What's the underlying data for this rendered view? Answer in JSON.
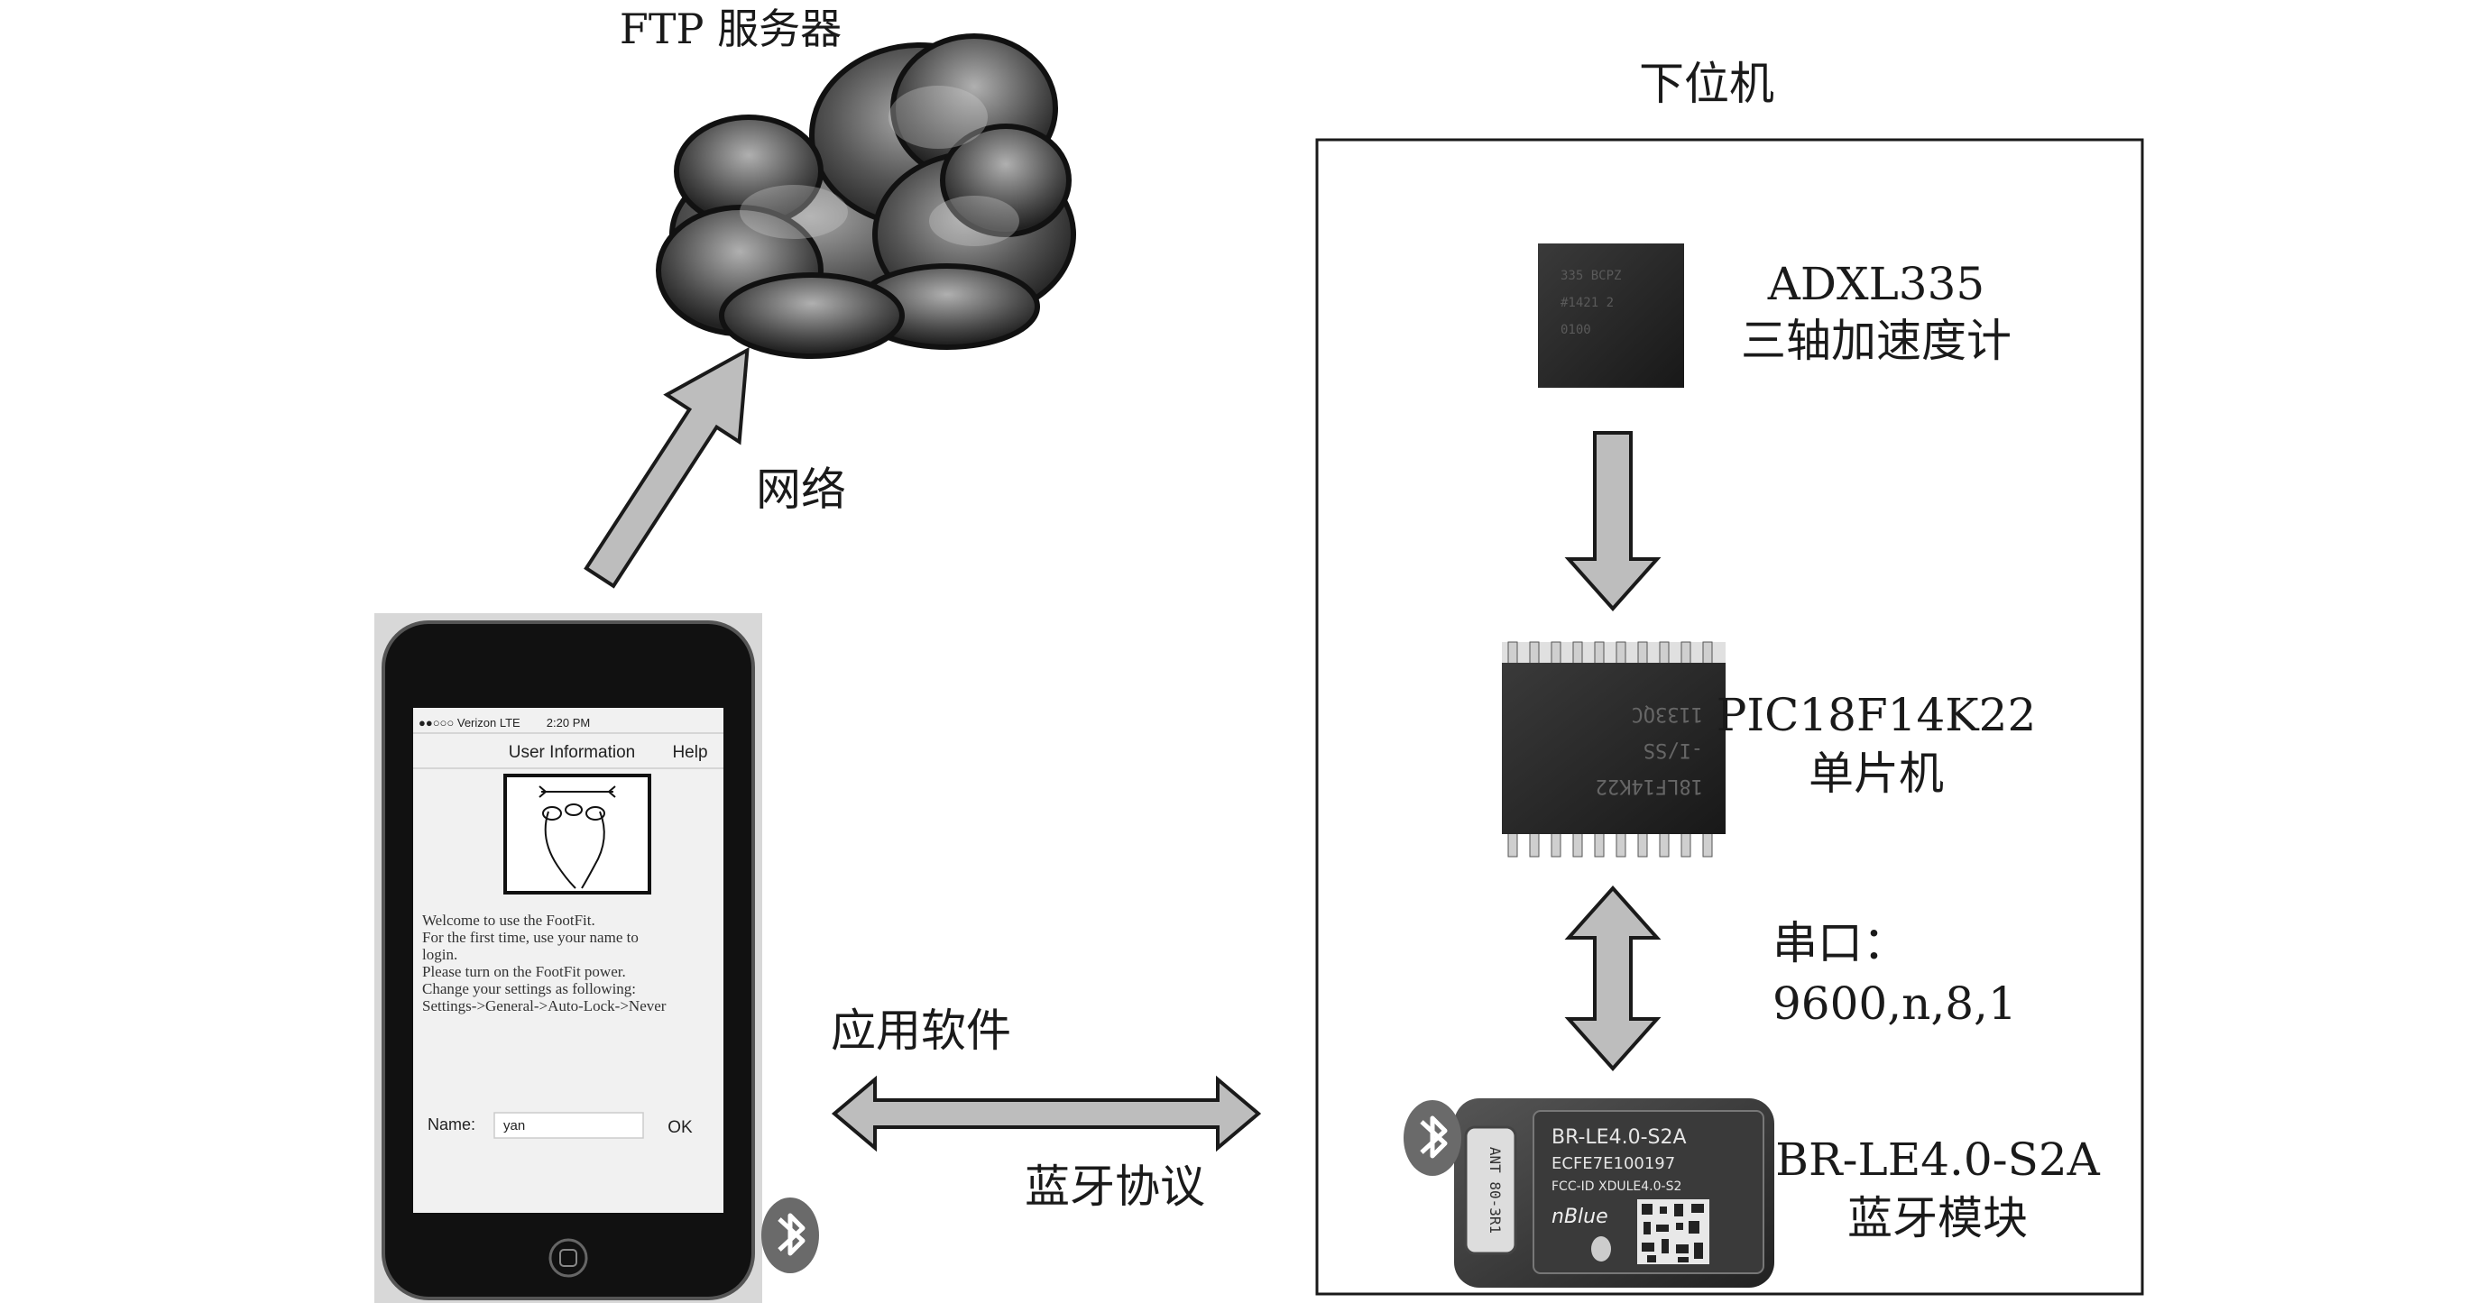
{
  "cloud": {
    "label": "FTP 服务器"
  },
  "network_arrow": {
    "label": "网络"
  },
  "device_box": {
    "title": "下位机"
  },
  "accelerometer": {
    "line1": "ADXL335",
    "line2": "三轴加速度计"
  },
  "mcu": {
    "line1": "PIC18F14K22",
    "line2": "单片机"
  },
  "serial": {
    "line1": "串口：",
    "line2": "9600,n,8,1"
  },
  "bluetooth_module": {
    "line1": "BR-LE4.0-S2A",
    "line2": "蓝牙模块",
    "chip_line1": "BR-LE4.0-S2A",
    "chip_line2": "ECFE7E100197",
    "chip_line3": "FCC-ID XDULE4.0-S2",
    "chip_brand": "nBlue"
  },
  "link": {
    "upper": "应用软件",
    "lower": "蓝牙协议"
  },
  "phone": {
    "carrier": "●●○○○ Verizon  LTE",
    "time": "2:20 PM",
    "nav_title": "User Information",
    "nav_help": "Help",
    "welcome_lines": [
      "Welcome to use the FootFit.",
      "For the first time, use your name to",
      "login.",
      "Please turn on the FootFit power.",
      "Change your settings as following:",
      "Settings->General->Auto-Lock->Never"
    ],
    "name_label": "Name:",
    "name_value": "yan",
    "ok_label": "OK"
  },
  "colors": {
    "arrow_fill": "#bdbdbd",
    "arrow_stroke": "#1a1a1a",
    "cloud_dark": "#2a2a2a",
    "cloud_light": "#9a9a9a"
  }
}
